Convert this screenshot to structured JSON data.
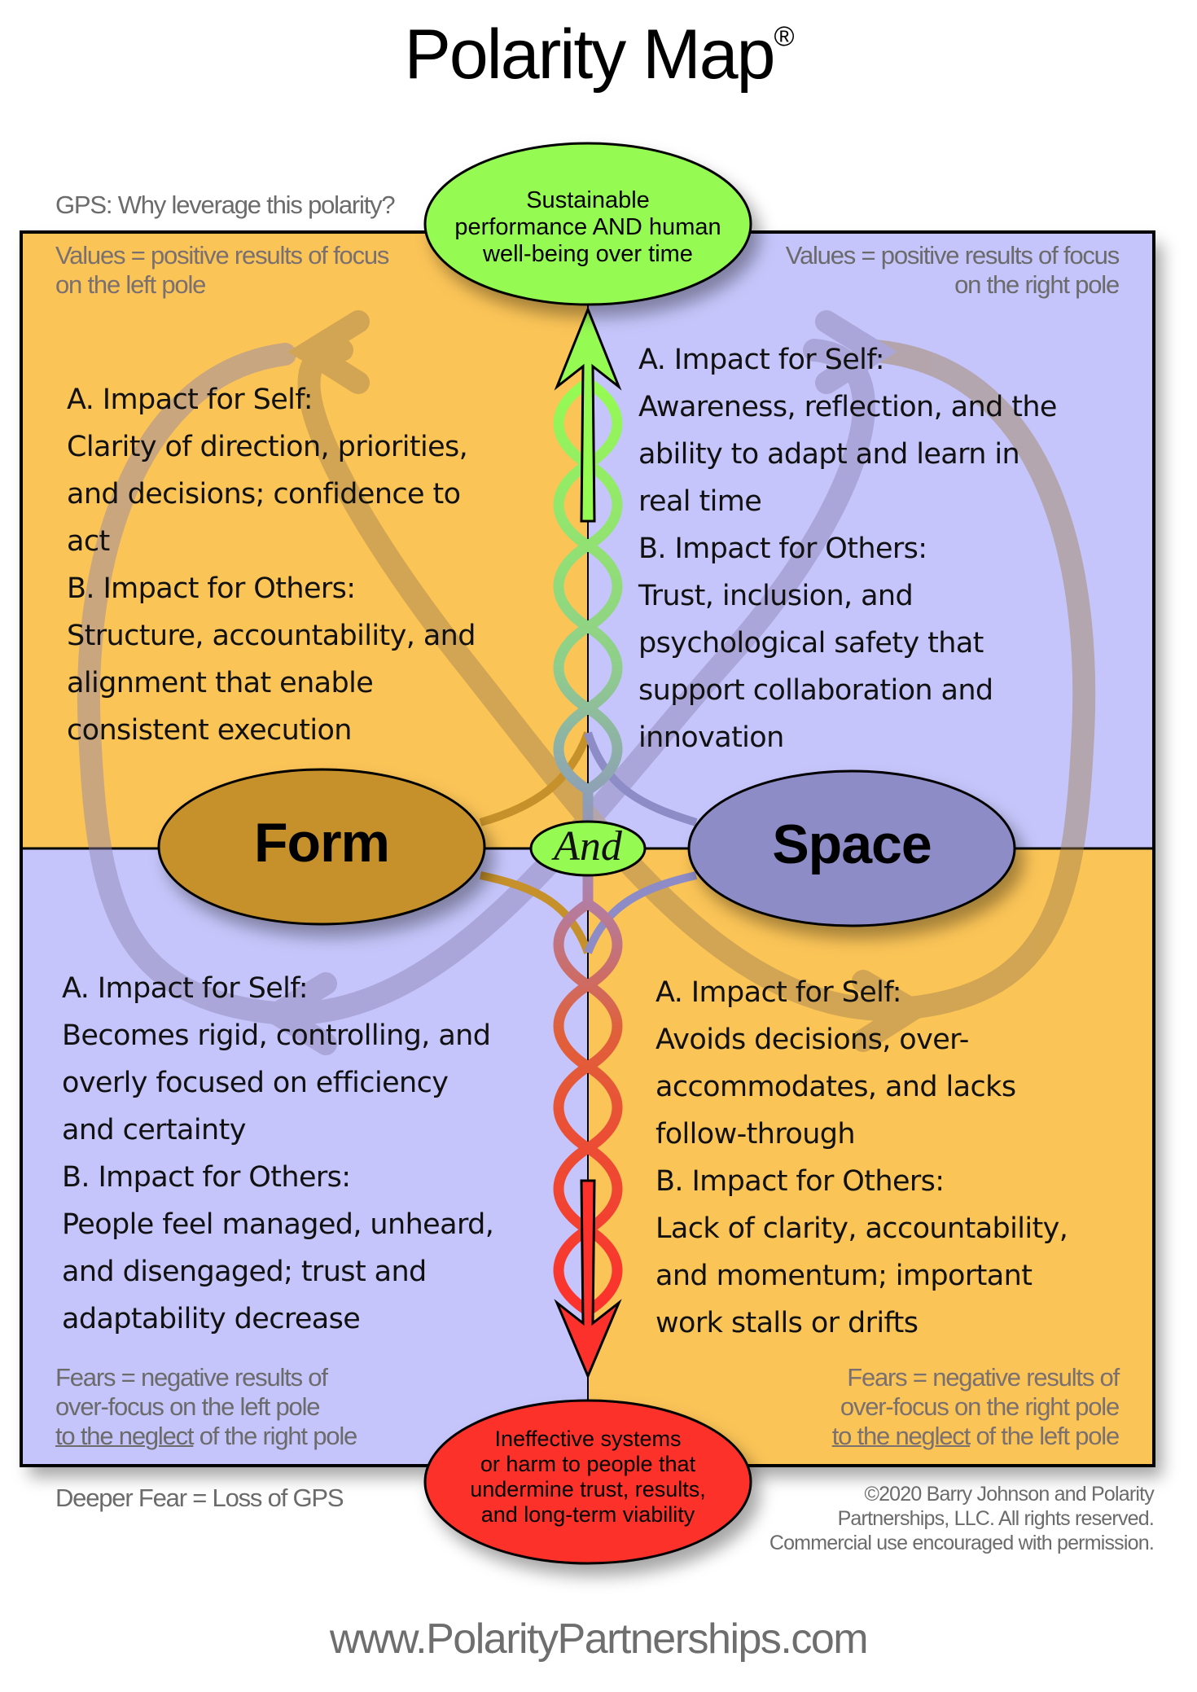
{
  "title": "Polarity Map",
  "title_mark": "®",
  "gps_label": "GPS: Why leverage this polarity?",
  "gps_goal": [
    "Sustainable",
    "performance AND human",
    "well-being over time"
  ],
  "values_left": [
    "Values = positive results of focus",
    "on the left pole"
  ],
  "values_right": [
    "Values = positive results of focus",
    "on the right pole"
  ],
  "left_pole": "Form",
  "right_pole": "Space",
  "and_label": "And",
  "upper_left": [
    "A. Impact for Self:",
    "Clarity of direction, priorities,",
    "and decisions; confidence to",
    "act",
    "B. Impact for Others:",
    "Structure, accountability, and",
    "alignment that enable",
    "consistent execution"
  ],
  "upper_right": [
    "A. Impact for Self:",
    "Awareness, reflection, and the",
    "ability to adapt and learn in",
    "real time",
    "B. Impact for Others:",
    "Trust, inclusion, and",
    "psychological safety that",
    "support collaboration and",
    "innovation"
  ],
  "lower_left": [
    "A. Impact for Self:",
    "Becomes rigid, controlling, and",
    "overly focused on efficiency",
    "and certainty",
    "B. Impact for Others:",
    "People feel managed, unheard,",
    "and disengaged; trust and",
    "adaptability decrease"
  ],
  "lower_right": [
    "A. Impact for Self:",
    "Avoids decisions, over-",
    "accommodates, and lacks",
    "follow-through",
    "B. Impact for Others:",
    "Lack of clarity, accountability,",
    "and momentum; important",
    "work stalls or drifts"
  ],
  "fears_left": {
    "line1": "Fears = negative results of",
    "line2": "over-focus on the left pole",
    "neglect": "to the neglect",
    "rest": " of the right pole"
  },
  "fears_right": {
    "line1": "Fears = negative results of",
    "line2": "over-focus on the right pole",
    "neglect": "to the neglect",
    "rest": " of the left pole"
  },
  "deeper_fear_label": "Deeper Fear = Loss of GPS",
  "deeper_fear": [
    "Ineffective systems",
    "or harm to people that",
    "undermine trust, results,",
    "and long-term viability"
  ],
  "copyright": [
    "©2020 Barry Johnson and Polarity",
    "Partnerships, LLC. All rights reserved.",
    "Commercial use encouraged with permission."
  ],
  "website": "www.PolarityPartnerships.com",
  "colors": {
    "orange": "#fbc457",
    "lavender": "#c5c5fb",
    "green": "#95fb52",
    "red": "#fc312c",
    "form": "#c6912a",
    "space": "#8d8cc6"
  }
}
